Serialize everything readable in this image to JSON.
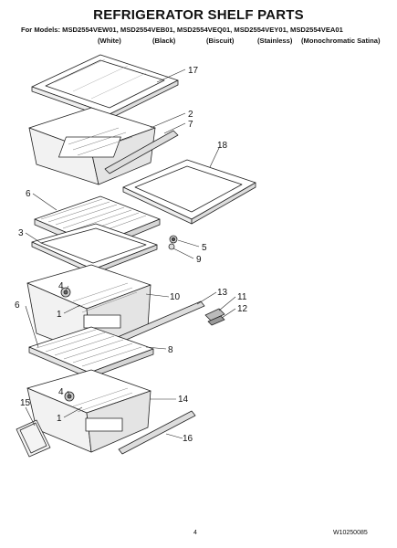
{
  "header": {
    "title": "REFRIGERATOR SHELF PARTS",
    "models": "For Models: MSD2554VEW01, MSD2554VEB01, MSD2554VEQ01, MSD2554VEY01, MSD2554VEA01",
    "colors": [
      "(White)",
      "(Black)",
      "(Biscuit)",
      "(Stainless)",
      "(Monochromatic Satina)"
    ]
  },
  "callouts": [
    "17",
    "2",
    "7",
    "18",
    "6",
    "3",
    "5",
    "9",
    "4",
    "1",
    "10",
    "13",
    "11",
    "12",
    "6",
    "8",
    "4",
    "1",
    "14",
    "15",
    "16"
  ],
  "footer": {
    "page_number": "4",
    "doc_code": "W10250085"
  }
}
